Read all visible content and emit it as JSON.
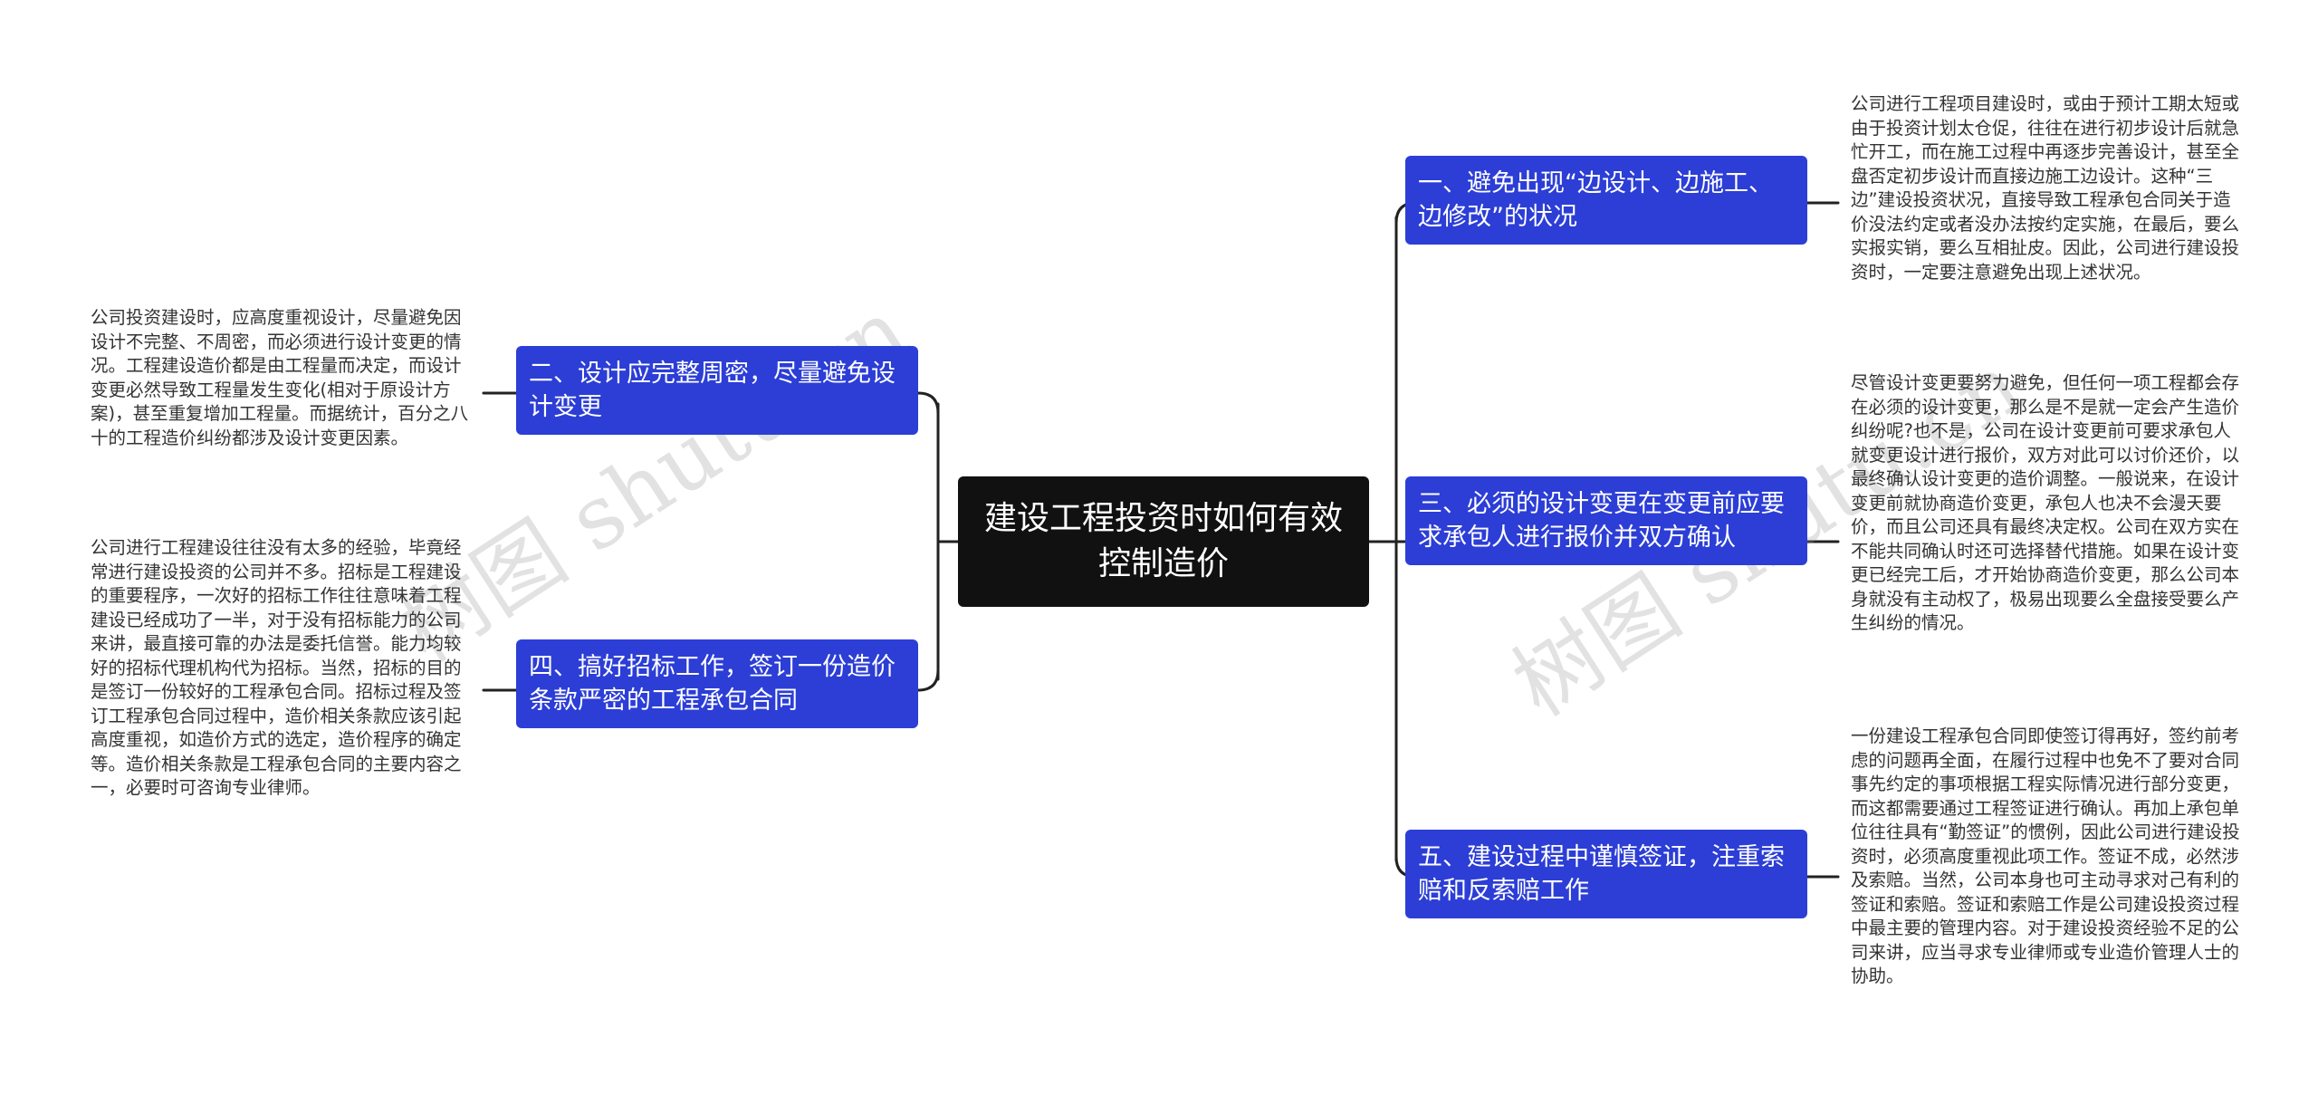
{
  "root": {
    "title": "建设工程投资时如何有效控制造价"
  },
  "branches": [
    {
      "label": "一、避免出现“边设计、边施工、边修改”的状况",
      "detail": "公司进行工程项目建设时，或由于预计工期太短或由于投资计划太仓促，往往在进行初步设计后就急忙开工，而在施工过程中再逐步完善设计，甚至全盘否定初步设计而直接边施工边设计。这种“三边”建设投资状况，直接导致工程承包合同关于造价没法约定或者没办法按约定实施，在最后，要么实报实销，要么互相扯皮。因此，公司进行建设投资时，一定要注意避免出现上述状况。"
    },
    {
      "label": "二、设计应完整周密，尽量避免设计变更",
      "detail": "公司投资建设时，应高度重视设计，尽量避免因设计不完整、不周密，而必须进行设计变更的情况。工程建设造价都是由工程量而决定，而设计变更必然导致工程量发生变化(相对于原设计方案)，甚至重复增加工程量。而据统计，百分之八十的工程造价纠纷都涉及设计变更因素。"
    },
    {
      "label": "三、必须的设计变更在变更前应要求承包人进行报价并双方确认",
      "detail": "尽管设计变更要努力避免，但任何一项工程都会存在必须的设计变更，那么是不是就一定会产生造价纠纷呢?也不是，公司在设计变更前可要求承包人就变更设计进行报价，双方对此可以讨价还价，以最终确认设计变更的造价调整。一般说来，在设计变更前就协商造价变更，承包人也决不会漫天要价，而且公司还具有最终决定权。公司在双方实在不能共同确认时还可选择替代措施。如果在设计变更已经完工后，才开始协商造价变更，那么公司本身就没有主动权了，极易出现要么全盘接受要么产生纠纷的情况。"
    },
    {
      "label": "四、搞好招标工作，签订一份造价条款严密的工程承包合同",
      "detail": "公司进行工程建设往往没有太多的经验，毕竟经常进行建设投资的公司并不多。招标是工程建设的重要程序，一次好的招标工作往往意味着工程建设已经成功了一半，对于没有招标能力的公司来讲，最直接可靠的办法是委托信誉。能力均较好的招标代理机构代为招标。当然，招标的目的是签订一份较好的工程承包合同。招标过程及签订工程承包合同过程中，造价相关条款应该引起高度重视，如造价方式的选定，造价程序的确定等。造价相关条款是工程承包合同的主要内容之一，必要时可咨询专业律师。"
    },
    {
      "label": "五、建设过程中谨慎签证，注重索赔和反索赔工作",
      "detail": "一份建设工程承包合同即使签订得再好，签约前考虑的问题再全面，在履行过程中也免不了要对合同事先约定的事项根据工程实际情况进行部分变更，而这都需要通过工程签证进行确认。再加上承包单位往往具有“勤签证”的惯例，因此公司进行建设投资时，必须高度重视此项工作。签证不成，必然涉及索赔。当然，公司本身也可主动寻求对己有利的签证和索赔。签证和索赔工作是公司建设投资过程中最主要的管理内容。对于建设投资经验不足的公司来讲，应当寻求专业律师或专业造价管理人士的协助。"
    }
  ],
  "watermarks": [
    "树图 shutu.cn",
    "树图 shutu.cn"
  ],
  "colors": {
    "root": "#111111",
    "branch": "#2c3ed6",
    "line": "#222222",
    "text": "#333333"
  }
}
